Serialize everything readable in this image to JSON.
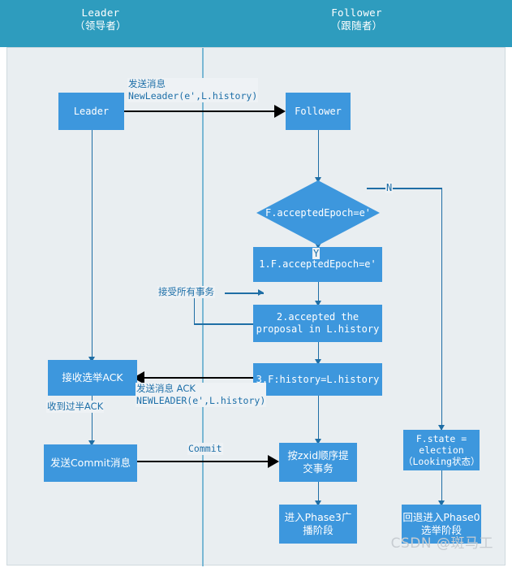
{
  "lanes": {
    "leader": {
      "title_en": "Leader",
      "title_cn": "（领导者）"
    },
    "follower": {
      "title_en": "Follower",
      "title_cn": "（跟随者）"
    }
  },
  "nodes": {
    "leader_start": "Leader",
    "follower_start": "Follower",
    "decision_epoch": "F.acceptedEpoch=e'",
    "step1": "1.F.acceptedEpoch=e'",
    "step2_line1": "2.accepted the",
    "step2_line2": "proposal in L.history",
    "step3": "3.F:history=L.history",
    "recv_ack": "接收选举ACK",
    "send_commit": "发送Commit消息",
    "commit_by_zxid_line1": "按zxid顺序提",
    "commit_by_zxid_line2": "交事务",
    "enter_phase3_line1": "进入Phase3广",
    "enter_phase3_line2": "播阶段",
    "fstate_line1": "F.state =",
    "fstate_line2": "election",
    "fstate_line3": "（Looking状态）",
    "back_phase0_line1": "回退进入Phase0",
    "back_phase0_line2": "选举阶段"
  },
  "edge_labels": {
    "new_leader_line1": "发送消息",
    "new_leader_line2": "NewLeader(e',L.history)",
    "accept_all_tx": "接受所有事务",
    "ack_line1": "发送消息 ACK",
    "ack_line2": "NEWLEADER(e',L.history)",
    "majority_ack": "收到过半ACK",
    "commit": "Commit",
    "branch_yes": "Y",
    "branch_no": "N"
  },
  "watermark": "CSDN @斑马工",
  "colors": {
    "header": "#2e9cbe",
    "node": "#3d97dd",
    "canvas_bg": "#e9eef1",
    "connector": "#1f6ea5",
    "message_arrow": "#000000",
    "lane_divider": "#79b7d4"
  }
}
